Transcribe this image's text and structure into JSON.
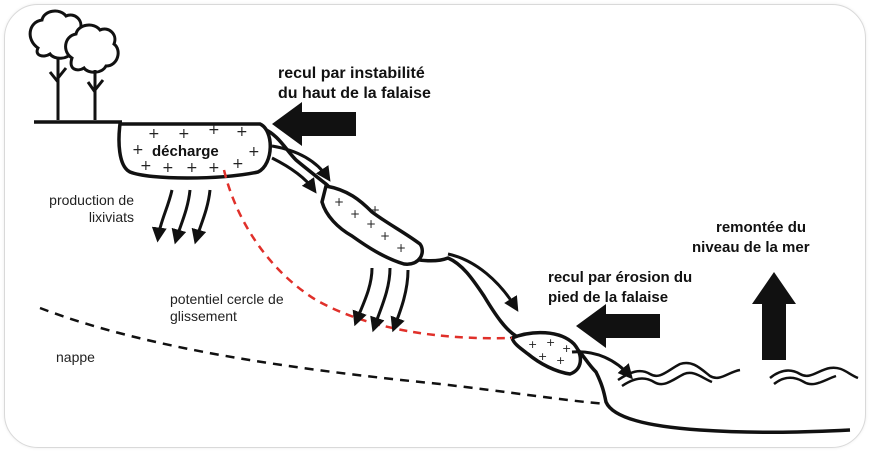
{
  "labels": {
    "recul_haut_line1": "recul par instabilité",
    "recul_haut_line2": "du haut de la falaise",
    "decharge": "décharge",
    "production_line1": "production de",
    "production_line2": "lixiviats",
    "cercle_line1": "potentiel cercle de",
    "cercle_line2": "glissement",
    "nappe": "nappe",
    "recul_pied_line1": "recul par érosion du",
    "recul_pied_line2": "pied de la falaise",
    "remontee_line1": "remontée du",
    "remontee_line2": "niveau de la mer"
  },
  "colors": {
    "ink": "#111111",
    "glissement_line": "#e0302a",
    "frame": "#d9d9d9"
  },
  "icons": [
    "tree-icon",
    "arrow-left-icon",
    "arrow-up-icon",
    "curved-arrow-icon",
    "wave-icon"
  ]
}
